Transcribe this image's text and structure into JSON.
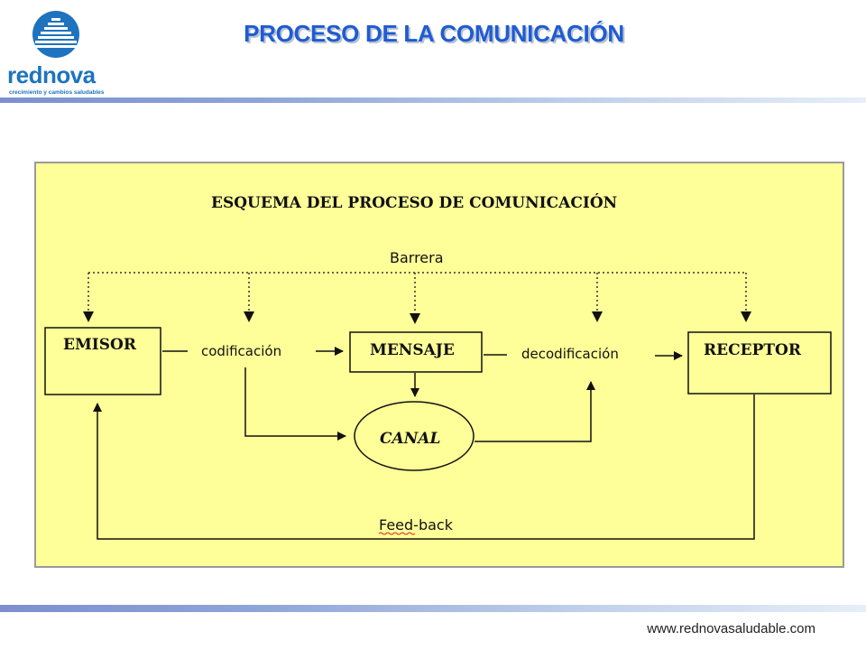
{
  "logo": {
    "brand": "rednova",
    "tagline": "crecimiento y cambios saludables",
    "icon": "stepped-pyramid-icon",
    "colors": {
      "brand": "#1e73be"
    }
  },
  "header": {
    "title": "PROCESO  DE LA COMUNICACIÓN",
    "title_color": "#1f5bd3"
  },
  "diagram": {
    "heading": "ESQUEMA DEL PROCESO DE COMUNICACIÓN",
    "barrier_label": "Barrera",
    "nodes": {
      "emisor": "EMISOR",
      "mensaje": "MENSAJE",
      "receptor": "RECEPTOR",
      "canal": "CANAL"
    },
    "flow_labels": {
      "codificacion": "codificación",
      "decodificacion": "decodificación",
      "feedback": "Feed-back"
    },
    "panel_color": "#ffff99"
  },
  "footer": {
    "url": "www.rednovasaludable.com"
  }
}
